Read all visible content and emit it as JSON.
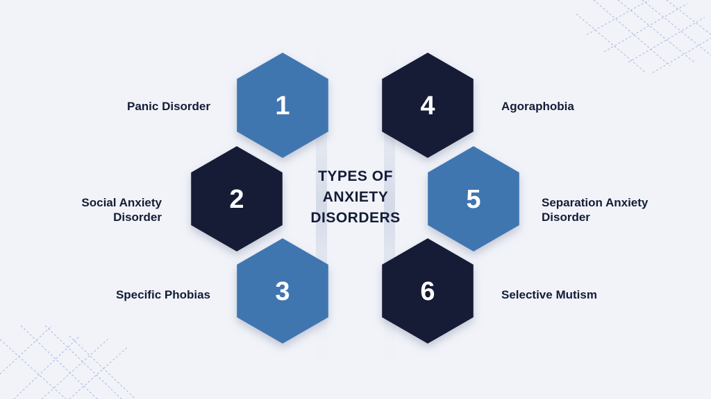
{
  "title": "TYPES OF ANXIETY DISORDERS",
  "colors": {
    "background": "#f1f3f9",
    "blue": "#4176b0",
    "navy": "#141c36",
    "lattice": "#a7b7dd",
    "text": "#141c36"
  },
  "items": [
    {
      "number": "1",
      "label": "Panic Disorder",
      "color": "blue"
    },
    {
      "number": "2",
      "label": "Social Anxiety Disorder",
      "color": "navy"
    },
    {
      "number": "3",
      "label": "Specific Phobias",
      "color": "blue"
    },
    {
      "number": "4",
      "label": "Agoraphobia",
      "color": "navy"
    },
    {
      "number": "5",
      "label": "Separation Anxiety Disorder",
      "color": "blue"
    },
    {
      "number": "6",
      "label": "Selective Mutism",
      "color": "navy"
    }
  ]
}
